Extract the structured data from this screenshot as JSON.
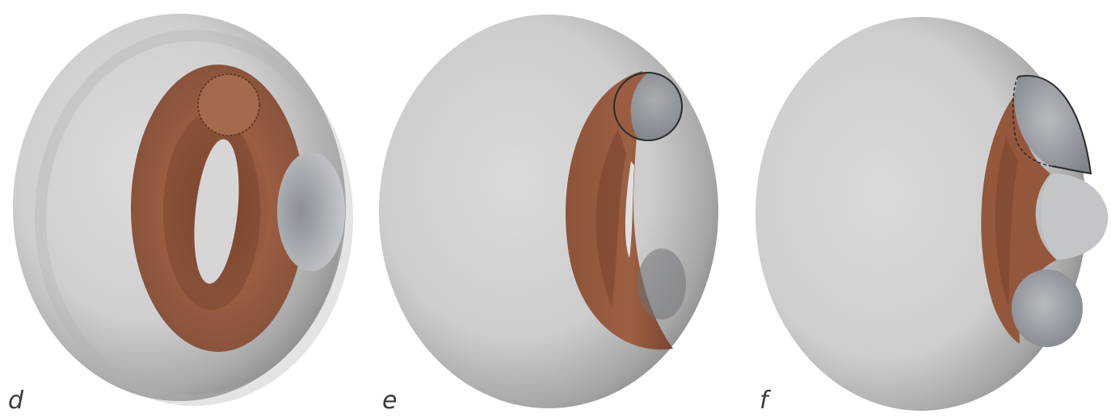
{
  "panels": [
    {
      "id": "d",
      "label": "d"
    },
    {
      "id": "e",
      "label": "e"
    },
    {
      "id": "f",
      "label": "f"
    }
  ],
  "colors": {
    "background": "#ffffff",
    "membrane_light": "#d9d9d9",
    "membrane_shadow": "#8c8c8c",
    "ring": "#9a5c40",
    "ring_dark": "#6e3b25",
    "outline": "#2a2a2a"
  }
}
